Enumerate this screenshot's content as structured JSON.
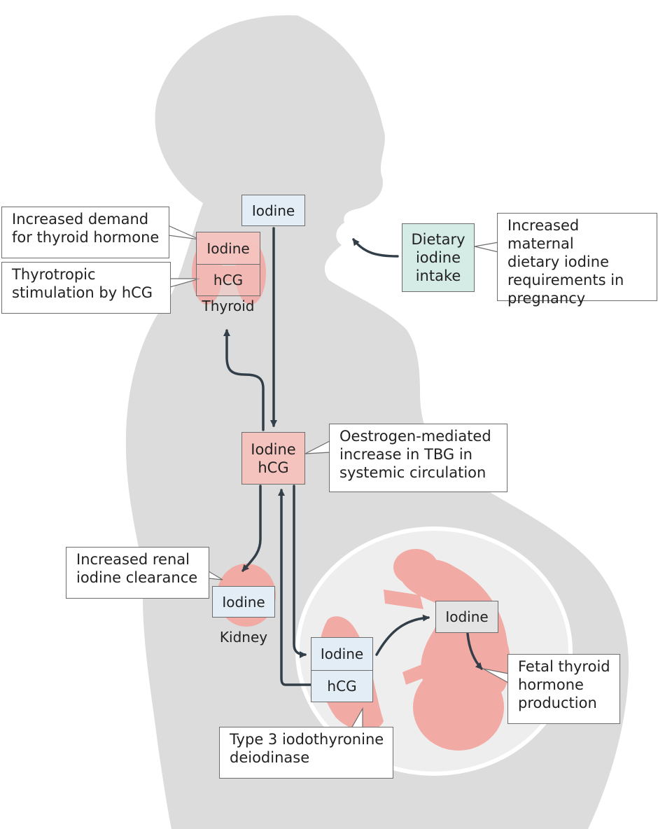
{
  "colors": {
    "silhouette": "#dcdcdc",
    "womb": "#eeeeee",
    "organ": "#f2aaa4",
    "arrow": "#333f48",
    "box_blue": "#e2edf6",
    "box_pink": "#f4c3be",
    "box_teal": "#d5ebe6",
    "box_grey": "#e4e4e4"
  },
  "nodes": {
    "top_iodine": "Iodine",
    "thyroid_iodine": "Iodine",
    "thyroid_hcg": "hCG",
    "thyroid_label": "Thyroid",
    "dietary": "Dietary\niodine\nintake",
    "circulation": "Iodine\nhCG",
    "kidney_iodine": "Iodine",
    "kidney_label": "Kidney",
    "placenta_iodine": "Iodine",
    "placenta_hcg": "hCG",
    "fetal_iodine": "Iodine"
  },
  "callouts": {
    "thyroid_demand": "Increased demand\nfor thyroid hormone",
    "thyrotropic": "Thyrotropic\nstimulation by hCG",
    "maternal_requirements": "Increased maternal\ndietary iodine\nrequirements in\npregnancy",
    "oestrogen_tbg": "Oestrogen-mediated\nincrease in TBG in\nsystemic circulation",
    "renal_clearance": "Increased renal\niodine clearance",
    "fetal_production": "Fetal thyroid\nhormone\nproduction",
    "deiodinase": "Type 3 iodothyronine\ndeiodinase"
  }
}
